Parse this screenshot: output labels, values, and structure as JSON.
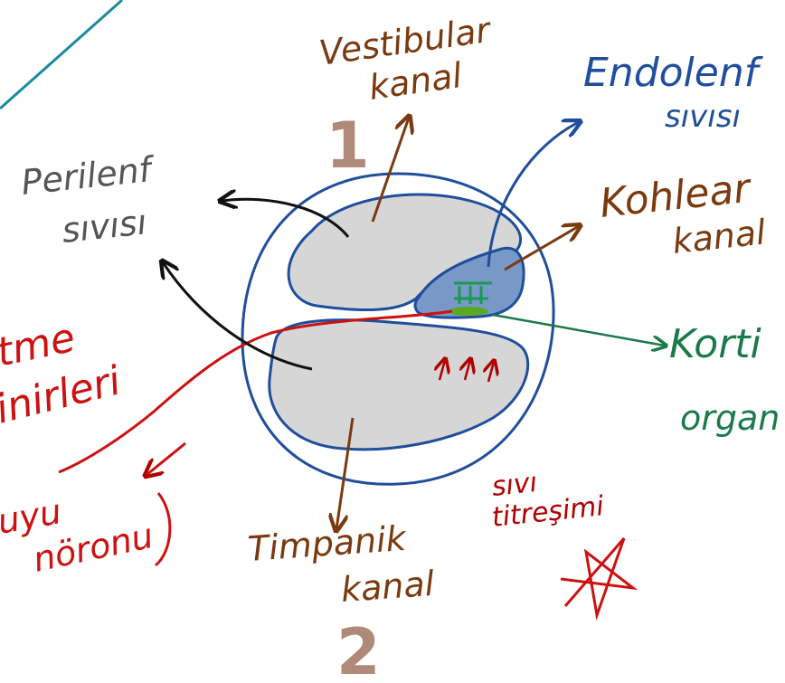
{
  "labels": {
    "vestibular": {
      "line1": "Vestibular",
      "line2": "kanal"
    },
    "endolenf": {
      "line1": "Endolenf",
      "line2": "sıvısı"
    },
    "perilenf": {
      "line1": "Perilenf",
      "line2": "sıvısı"
    },
    "kohlear": {
      "line1": "Kohlear",
      "line2": "kanal"
    },
    "korti": {
      "line1": "Korti",
      "line2": "organ"
    },
    "timpanik": {
      "line1": "Timpanik",
      "line2": "kanal"
    },
    "isitme": {
      "line1": "tme",
      "line2": "inirleri"
    },
    "duyu": {
      "line1": "uyu",
      "line2": "nöronu"
    },
    "sivi_titresimi": {
      "line1": "sıvı",
      "line2": "titreşimi"
    },
    "number_1": "1",
    "number_2": "2"
  },
  "colors": {
    "vestibular": "#7a3a10",
    "timpanik": "#7a3a10",
    "kohlear": "#7a3a10",
    "endolenf": "#1f4e9c",
    "korti": "#1a7a4a",
    "perilenf": "#555555",
    "nerve": "#cc1111",
    "titresim": "#b00000",
    "numbers": "#b08a78",
    "outline": "#1f4e9c",
    "canal_fill": "#d6d6d6",
    "duct_fill": "#7898c8",
    "hair_cells": "#1a9a50",
    "membrane": "#5aaa20",
    "teal_line": "#1a8aa0"
  }
}
